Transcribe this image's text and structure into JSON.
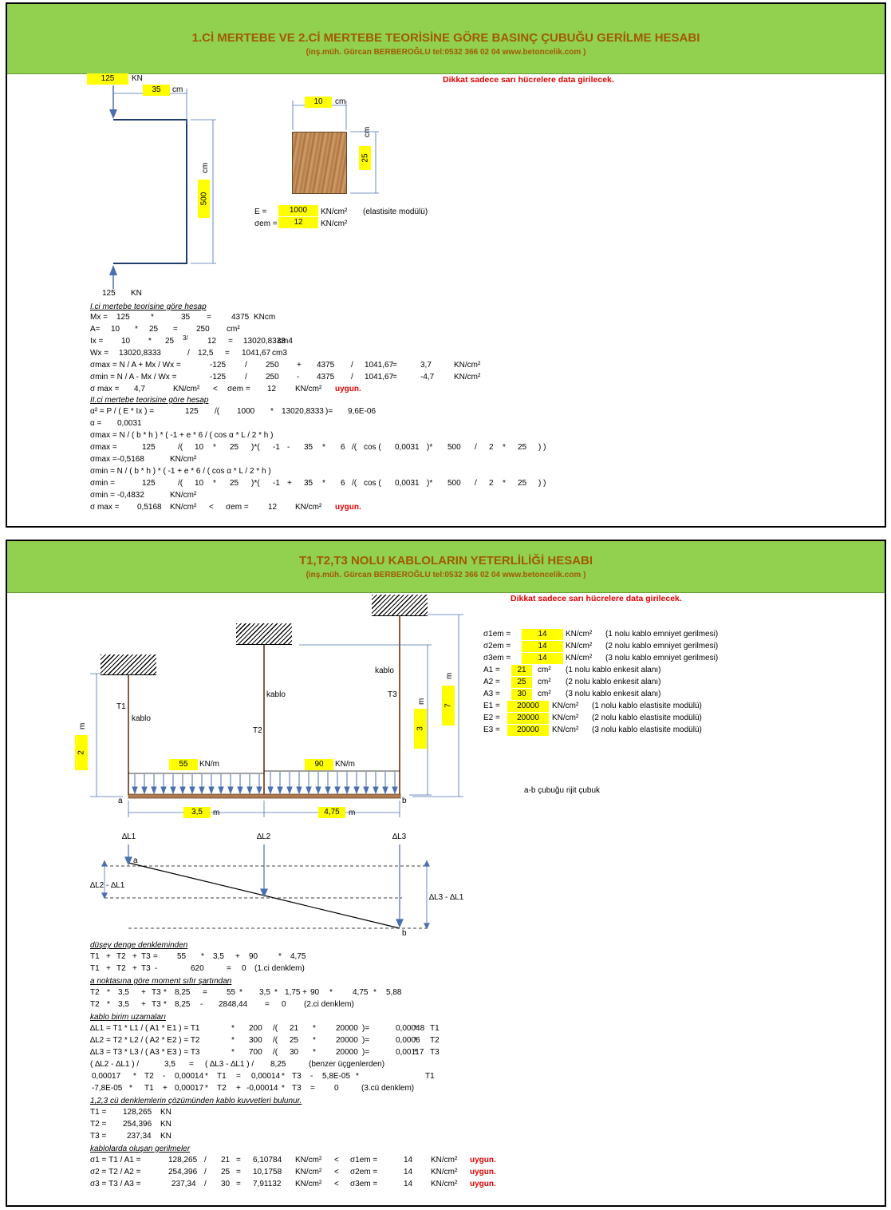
{
  "panel1": {
    "title": "1.Cİ MERTEBE VE 2.Cİ MERTEBE TEORİSİNE GÖRE BASINÇ ÇUBUĞU GERİLME HESABI",
    "subtitle": "(inş.müh. Gürcan BERBEROĞLU tel:0532 366 02 04   www.betoncelik.com )",
    "warning": "Dikkat sadece sarı hücrelere data girilecek.",
    "load_top": "125",
    "unit_kn": "KN",
    "ecc": "35",
    "unit_cm": "cm",
    "length": "500",
    "load_bottom": "125",
    "b": "10",
    "h": "25",
    "E_label": "E =",
    "E": "1000",
    "E_unit": "KN/cm²",
    "E_note": "(elastisite modülü)",
    "sem_label": "σem =",
    "sem": "12",
    "sem_unit": "KN/cm²",
    "s1": "I.ci mertebe teorisine göre hesap",
    "s2": "II.ci mertebe teorisine göre hesap",
    "lines": [
      [
        "Mx =",
        "125",
        "*",
        "35",
        "=",
        "4375",
        "KNcm"
      ],
      [
        "A=",
        "10",
        "*",
        "25",
        "=",
        "250",
        "cm²"
      ],
      [
        "Ix =",
        "10",
        "*",
        "25",
        "3/",
        "12",
        "=",
        "13020,8333",
        "cm4"
      ],
      [
        "Wx =",
        "13020,8333",
        "/",
        "12,5",
        "=",
        "1041,67",
        "cm3"
      ],
      [
        "σmax = N / A + Mx / Wx =",
        "-125",
        "/",
        "250",
        "+",
        "4375",
        "/",
        "1041,67",
        "=",
        "3,7",
        "KN/cm²"
      ],
      [
        "σmin = N / A - Mx / Wx =",
        "-125",
        "/",
        "250",
        "-",
        "4375",
        "/",
        "1041,67",
        "=",
        "-4,7",
        "KN/cm²"
      ],
      [
        "σ max =",
        "4,7",
        "KN/cm²",
        "<",
        "σem =",
        "12",
        "KN/cm²",
        "uygun."
      ],
      [
        "α² = P / ( E * Ix ) =",
        "125",
        "/(",
        "1000",
        "*",
        "13020,8333",
        ")=",
        "9,6E-06"
      ],
      [
        "α =",
        "0,0031"
      ],
      [
        "σmax = N / ( b * h ) * ( -1 + e * 6 / ( cos α * L / 2 * h )"
      ],
      [
        "σmax =",
        "125",
        "/(",
        "10",
        "*",
        "25",
        ")*(",
        "-1",
        "-",
        "35",
        "*",
        "6",
        "/(",
        "cos (",
        "0,0031",
        ")*",
        "500",
        "/",
        "2",
        "*",
        "25",
        ") )"
      ],
      [
        "σmax =",
        "-0,5168",
        "KN/cm²"
      ],
      [
        "σmin = N / ( b * h ) * ( -1 + e * 6 / ( cos α * L / 2 * h )"
      ],
      [
        "σmin =",
        "125",
        "/(",
        "10",
        "*",
        "25",
        ")*(",
        "-1",
        "+",
        "35",
        "*",
        "6",
        "/(",
        "cos (",
        "0,0031",
        ")*",
        "500",
        "/",
        "2",
        "*",
        "25",
        ") )"
      ],
      [
        "σmin =",
        "-0,4832",
        "KN/cm²"
      ],
      [
        "σ max =",
        "0,5168",
        "KN/cm²",
        "<",
        "σem =",
        "12",
        "KN/cm²",
        "uygun."
      ]
    ]
  },
  "panel2": {
    "title": "T1,T2,T3 NOLU KABLOLARIN YETERLİLİĞİ HESABI",
    "subtitle": "(inş.müh. Gürcan BERBEROĞLU tel:0532 366 02 04   www.betoncelik.com )",
    "warning": "Dikkat sadece sarı hücrelere data girilecek.",
    "diagram": {
      "T1": "T1",
      "T2": "T2",
      "T3": "T3",
      "kablo": "kablo",
      "m": "m",
      "h1": "2",
      "h2": "3",
      "h3": "7",
      "q1": "55",
      "q2": "90",
      "q_unit": "KN/m",
      "L1": "3,5",
      "L2": "4,75",
      "a": "a",
      "b": "b",
      "dL1": "∆L1",
      "dL2": "∆L2",
      "dL3": "∆L3",
      "dL21": "∆L2 - ∆L1",
      "dL31": "∆L3 - ∆L1",
      "rigid": "a-b çubuğu rijit çubuk"
    },
    "params": [
      [
        "σ1em =",
        "14",
        "KN/cm²",
        "(1 nolu kablo emniyet gerilmesi)"
      ],
      [
        "σ2em =",
        "14",
        "KN/cm²",
        "(2 nolu kablo emniyet gerilmesi)"
      ],
      [
        "σ3em =",
        "14",
        "KN/cm²",
        "(3 nolu kablo emniyet gerilmesi)"
      ],
      [
        "A1 =",
        "21",
        "cm²",
        "(1 nolu kablo enkesit alanı)"
      ],
      [
        "A2 =",
        "25",
        "cm²",
        "(2 nolu kablo enkesit alanı)"
      ],
      [
        "A3 =",
        "30",
        "cm²",
        "(3 nolu kablo enkesit alanı)"
      ],
      [
        "E1 =",
        "20000",
        "KN/cm²",
        "(1 nolu kablo elastisite modülü)"
      ],
      [
        "E2 =",
        "20000",
        "KN/cm²",
        "(2 nolu kablo elastisite modülü)"
      ],
      [
        "E3 =",
        "20000",
        "KN/cm²",
        "(3 nolu kablo elastisite modülü)"
      ]
    ],
    "s1": "düşey denge denkleminden",
    "s2": "a noktasına göre moment sıfır şartından",
    "s3": "kablo birim uzamaları",
    "s4": "1,2,3 cü denklemlerin çözümünden kablo kuvvetleri bulunur.",
    "s5": "kablolarda oluşan gerilmeler",
    "lines": [
      [
        "T1",
        "+",
        "T2",
        "+",
        "T3",
        "=",
        "55",
        "*",
        "3,5",
        "+",
        "90",
        "*",
        "4,75"
      ],
      [
        "T1",
        "+",
        "T2",
        "+",
        "T3",
        "-",
        "620",
        "=",
        "0",
        "(1.ci denklem)"
      ],
      [
        "T2",
        "*",
        "3,5",
        "+",
        "T3",
        "*",
        "8,25",
        "=",
        "55",
        "*",
        "3,5",
        "*",
        "1,75",
        "+",
        "90",
        "*",
        "4,75",
        "*",
        "5,88"
      ],
      [
        "T2",
        "*",
        "3,5",
        "+",
        "T3",
        "*",
        "8,25",
        "-",
        "2848,44",
        "=",
        "0",
        "(2.ci denklem)"
      ],
      [
        "∆L1 = T1 * L1 / ( A1 * E1 ) = T1",
        "*",
        "200",
        "/(",
        "21",
        "*",
        "20000",
        ")=",
        "0,00048",
        "*",
        "T1"
      ],
      [
        "∆L2 = T2 * L2 / ( A2 * E2 ) = T2",
        "*",
        "300",
        "/(",
        "25",
        "*",
        "20000",
        ")=",
        "0,0006",
        "*",
        "T2"
      ],
      [
        "∆L3 = T3 * L3 / ( A3 * E3 ) = T3",
        "*",
        "700",
        "/(",
        "30",
        "*",
        "20000",
        ")=",
        "0,00117",
        "*",
        "T3"
      ],
      [
        "( ∆L2 - ∆L1 ) /",
        "3,5",
        "=",
        "( ∆L3 - ∆L1 ) /",
        "8,25",
        "(benzer üçgenlerden)"
      ],
      [
        "0,00017",
        "*",
        "T2",
        "-",
        "0,00014",
        "*",
        "T1",
        "=",
        "0,00014",
        "*",
        "T3",
        "-",
        "5,8E-05",
        "*",
        "T1"
      ],
      [
        "-7,8E-05",
        "*",
        "T1",
        "+",
        "0,00017",
        "*",
        "T2",
        "+",
        "-0,00014",
        "*",
        "T3",
        "=",
        "0",
        "(3.cü denklem)"
      ],
      [
        "T1 =",
        "128,265",
        "KN"
      ],
      [
        "T2 =",
        "254,396",
        "KN"
      ],
      [
        "T3 =",
        "237,34",
        "KN"
      ],
      [
        "σ1 = T1 / A1 =",
        "128,265",
        "/",
        "21",
        "=",
        "6,10784",
        "KN/cm²",
        "<",
        "σ1em =",
        "14",
        "KN/cm²",
        "uygun."
      ],
      [
        "σ2 = T2 / A2 =",
        "254,396",
        "/",
        "25",
        "=",
        "10,1758",
        "KN/cm²",
        "<",
        "σ2em =",
        "14",
        "KN/cm²",
        "uygun."
      ],
      [
        "σ3 = T3 / A3 =",
        "237,34",
        "/",
        "30",
        "=",
        "7,91132",
        "KN/cm²",
        "<",
        "σ3em =",
        "14",
        "KN/cm²",
        "uygun."
      ]
    ]
  }
}
